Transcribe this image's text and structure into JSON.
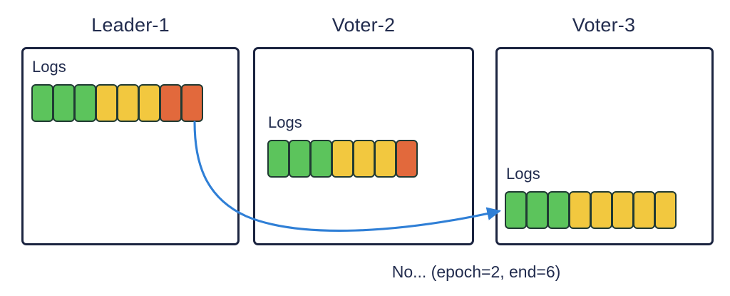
{
  "colors": {
    "green": "#5cc45c",
    "yellow": "#f2c83f",
    "red": "#e2693c",
    "border_dark": "#1b2440",
    "text": "#222c4e",
    "arrow": "#2f7fd6",
    "background": "#ffffff"
  },
  "nodes": [
    {
      "id": "leader-1",
      "title": "Leader-1",
      "logs_label": "Logs",
      "log_cells": [
        "green",
        "green",
        "green",
        "yellow",
        "yellow",
        "yellow",
        "red",
        "red"
      ],
      "log_count": 8
    },
    {
      "id": "voter-2",
      "title": "Voter-2",
      "logs_label": "Logs",
      "log_cells": [
        "green",
        "green",
        "green",
        "yellow",
        "yellow",
        "yellow",
        "red"
      ],
      "log_count": 7
    },
    {
      "id": "voter-3",
      "title": "Voter-3",
      "logs_label": "Logs",
      "log_cells": [
        "green",
        "green",
        "green",
        "yellow",
        "yellow",
        "yellow",
        "yellow",
        "yellow"
      ],
      "log_count": 8
    }
  ],
  "arrow": {
    "label": "replication-arrow",
    "from": "leader-1",
    "to": "voter-3"
  },
  "caption": {
    "text": "No... (epoch=2, end=6)"
  }
}
